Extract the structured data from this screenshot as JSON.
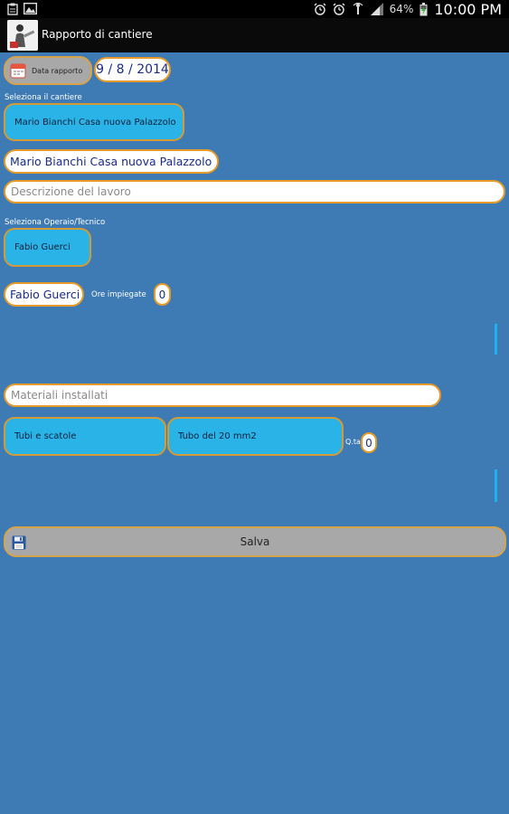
{
  "statusbar": {
    "battery": "64%",
    "time": "10:00 PM"
  },
  "actionbar": {
    "title": "Rapporto di cantiere"
  },
  "date": {
    "button_label": "Data rapporto",
    "value": "9 / 8 / 2014"
  },
  "cantiere": {
    "section_label": "Seleziona il cantiere",
    "selected_button": "Mario Bianchi  Casa nuova Palazzolo",
    "display": "Mario Bianchi  Casa nuova Palazzolo",
    "description_placeholder": "Descrizione del lavoro"
  },
  "operaio": {
    "section_label": "Seleziona Operaio/Tecnico",
    "selected_button": "Fabio Guerci",
    "display": "Fabio Guerci",
    "hours_label": "Ore impiegate",
    "hours_value": "0"
  },
  "materiali": {
    "placeholder": "Materiali installati",
    "category": "Tubi e scatole",
    "item": "Tubo del 20 mm2",
    "qty_label": "Q.ta",
    "qty_value": "0"
  },
  "save": {
    "label": "Salva"
  },
  "colors": {
    "background": "#3e7bb4",
    "accent_blue": "#29b3e7",
    "border_orange": "#e59a2a"
  }
}
